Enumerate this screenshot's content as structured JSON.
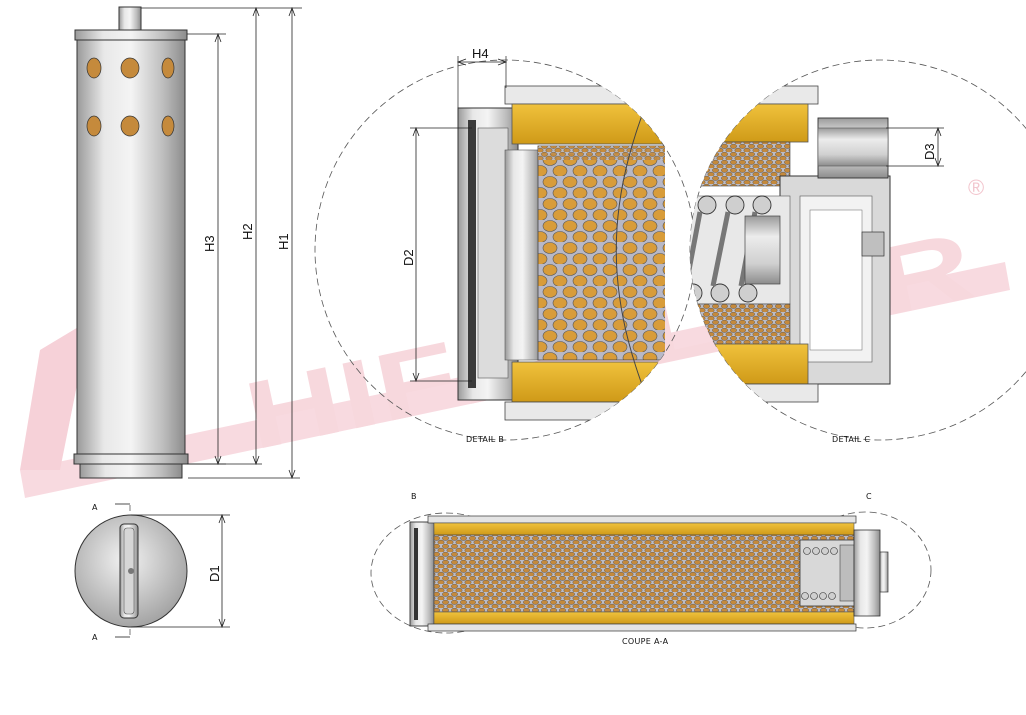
{
  "watermark": {
    "text": "HIFI FILTER",
    "registered_mark": "®",
    "color": "#f7d6dc"
  },
  "dimensions": {
    "h1": "H1",
    "h2": "H2",
    "h3": "H3",
    "h4": "H4",
    "d1": "D1",
    "d2": "D2",
    "d3": "D3"
  },
  "section_markers": {
    "a_top": "A",
    "a_bottom": "A",
    "b": "B",
    "c": "C"
  },
  "captions": {
    "detail_b": "DETAIL B",
    "detail_c": "DETAIL C",
    "section_aa": "COUPE A-A"
  },
  "colors": {
    "media": "#e6b32a",
    "steel_light": "#e4e4e4",
    "steel_dark": "#8d8d8d",
    "perforated": "#caa37a",
    "hole_fill": "#f0c070"
  }
}
